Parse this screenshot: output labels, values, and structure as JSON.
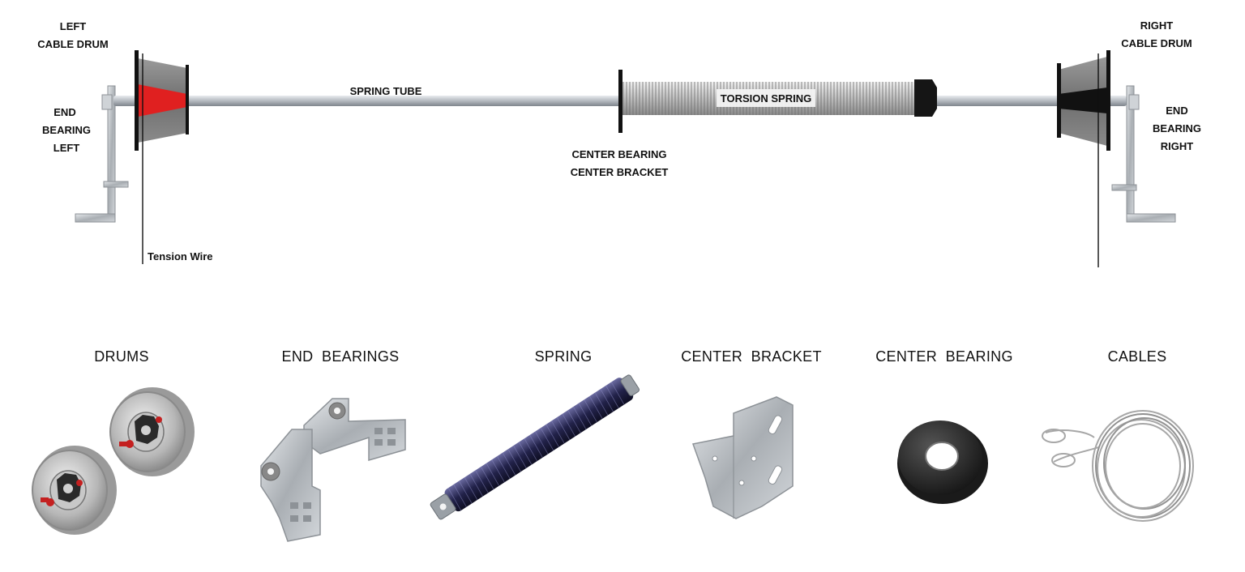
{
  "diagram": {
    "labels": {
      "left_drum_1": "LEFT",
      "left_drum_2": "CABLE DRUM",
      "end_bearing_left_1": "END",
      "end_bearing_left_2": "BEARING",
      "end_bearing_left_3": "LEFT",
      "tension_wire": "Tension Wire",
      "spring_tube": "SPRING TUBE",
      "center_1": "CENTER BEARING",
      "center_2": "CENTER BRACKET",
      "torsion_spring": "TORSION SPRING",
      "right_drum_1": "RIGHT",
      "right_drum_2": "CABLE DRUM",
      "end_bearing_right_1": "END",
      "end_bearing_right_2": "BEARING",
      "end_bearing_right_3": "RIGHT"
    },
    "colors": {
      "shaft": "#b8bcc2",
      "drum": "#7a7a7a",
      "drum_left_accent": "#e02020",
      "drum_right_accent": "#111111",
      "spring": "#c9c9c9",
      "bracket": "#b5b9bd"
    }
  },
  "parts": [
    {
      "label": "DRUMS",
      "icon": "cable-drums-icon"
    },
    {
      "label": "END  BEARINGS",
      "icon": "end-bearing-brackets-icon"
    },
    {
      "label": "SPRING",
      "icon": "torsion-spring-icon"
    },
    {
      "label": "CENTER  BRACKET",
      "icon": "center-bracket-icon"
    },
    {
      "label": "CENTER  BEARING",
      "icon": "center-bearing-icon"
    },
    {
      "label": "CABLES",
      "icon": "cable-coil-icon"
    }
  ]
}
